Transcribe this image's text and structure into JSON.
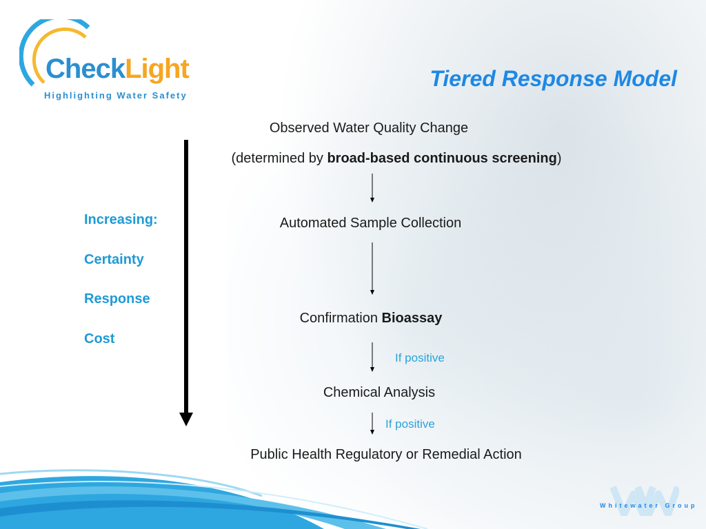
{
  "logo": {
    "check": "Check",
    "light": "Light",
    "tagline": "Highlighting Water Safety"
  },
  "title": "Tiered Response Model",
  "steps": [
    {
      "label": "Observed Water Quality Change"
    },
    {
      "prefix": "(determined by ",
      "bold": "broad-based continuous screening",
      "suffix": ")"
    },
    {
      "label": "Automated Sample Collection"
    },
    {
      "prefix": "Confirmation ",
      "bold": "Bioassay"
    },
    {
      "label": "Chemical Analysis"
    },
    {
      "label": "Public Health Regulatory or Remedial Action"
    }
  ],
  "conditions": [
    "If positive",
    "If positive"
  ],
  "side": {
    "heading": "Increasing:",
    "items": [
      "Certainty",
      "Response",
      "Cost"
    ]
  },
  "watermark": "Whitewater Group",
  "colors": {
    "title": "#1e88e5",
    "side": "#1e9ad6",
    "condition": "#29a3dc",
    "logo_check": "#2a8fd0",
    "logo_light": "#f5a623"
  }
}
